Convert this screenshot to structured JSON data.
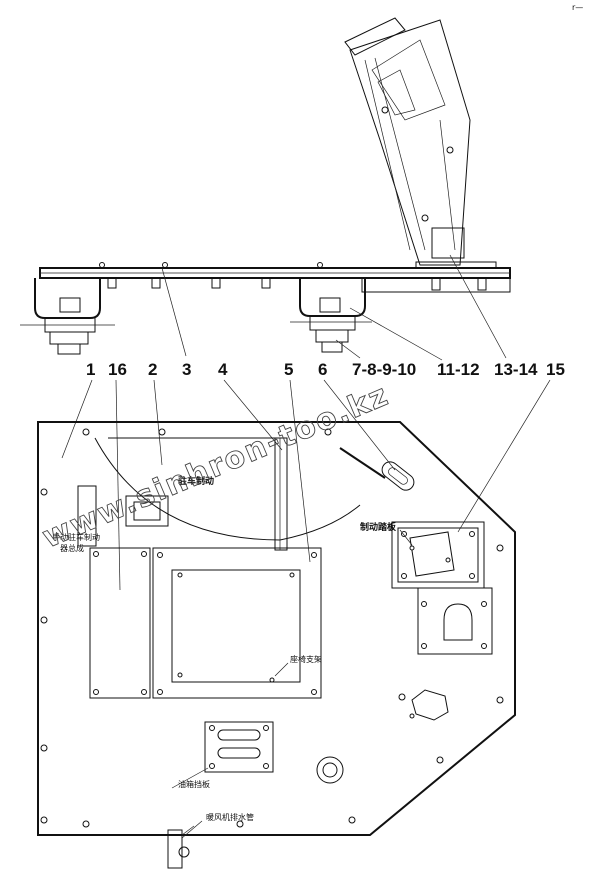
{
  "part_numbers": {
    "p1": "1",
    "p16": "16",
    "p2": "2",
    "p3": "3",
    "p4": "4",
    "p5": "5",
    "p6": "6",
    "p7_10": "7-8-9-10",
    "p11_12": "11-12",
    "p13_14": "13-14",
    "p15": "15"
  },
  "captions": {
    "parking": "驻车制动",
    "brake_pedal": "制动踏板",
    "left_label_1": "手动驻车制动",
    "left_label_2": "器总成",
    "seat_bracket": "座椅支架",
    "oil_plate": "油箱挡板",
    "water_pipe": "暖风机排水管"
  },
  "watermark": "www.sinhron-too.kz",
  "corner_mark": "r—"
}
